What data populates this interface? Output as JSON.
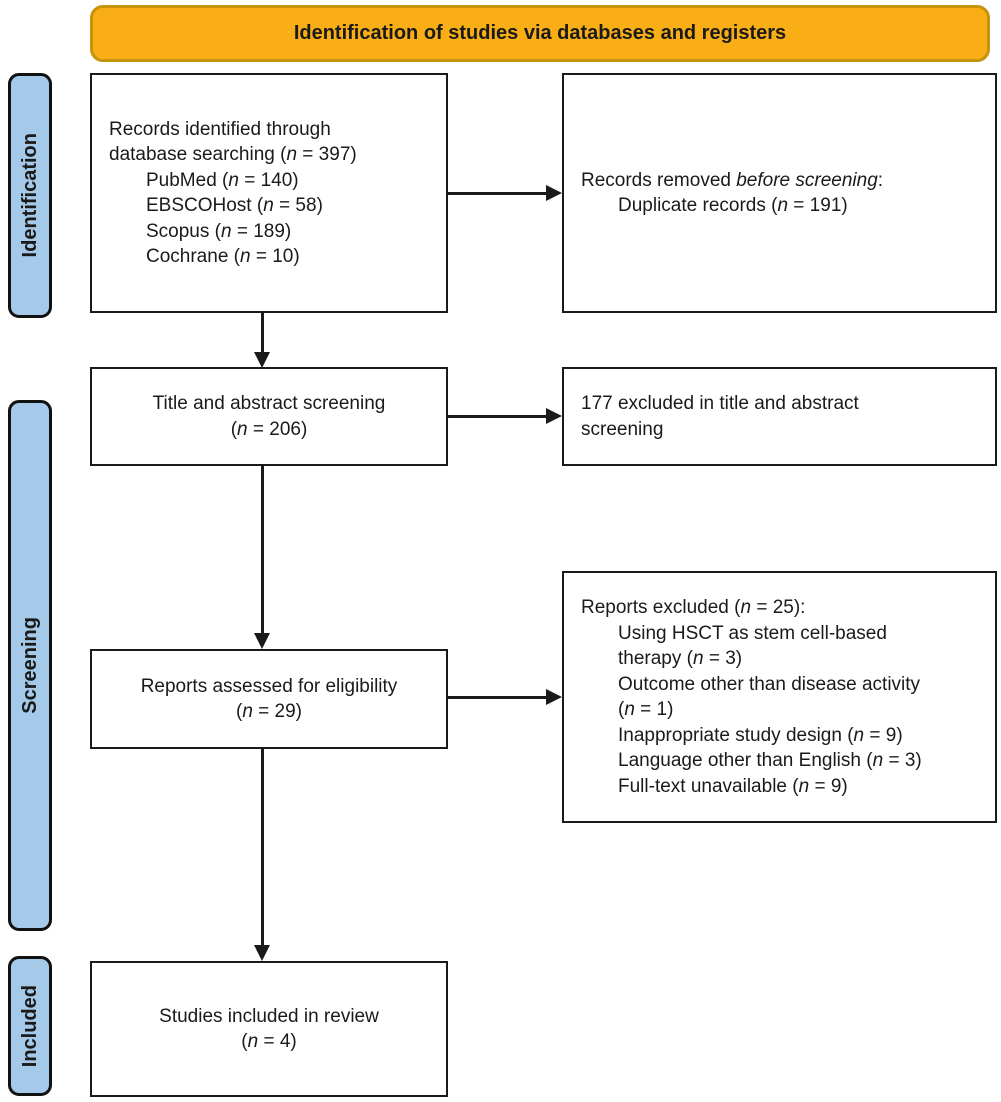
{
  "banner": {
    "label": "Identification of studies via databases and registers"
  },
  "stages": [
    {
      "id": "identification",
      "label": "Identification"
    },
    {
      "id": "screening",
      "label": "Screening"
    },
    {
      "id": "included",
      "label": "Included"
    }
  ],
  "boxes": {
    "records_identified": {
      "lines": [
        {
          "text": "Records identified through",
          "indent": 0
        },
        {
          "text": "database searching (*n* = 397)",
          "indent": 0
        },
        {
          "text": "PubMed (*n* = 140)",
          "indent": 1
        },
        {
          "text": "EBSCOHost (*n* = 58)",
          "indent": 1
        },
        {
          "text": "Scopus (*n* = 189)",
          "indent": 1
        },
        {
          "text": "Cochrane (*n* = 10)",
          "indent": 1
        }
      ]
    },
    "records_removed": {
      "lines": [
        {
          "text": "Records removed *before screening*:",
          "indent": 0
        },
        {
          "text": "Duplicate records (*n* = 191)",
          "indent": 1
        }
      ]
    },
    "title_abstract_screening": {
      "lines": [
        {
          "text": "Title and abstract screening",
          "indent": 0
        },
        {
          "text": "(*n* = 206)",
          "indent": 0
        }
      ]
    },
    "excluded_title_abstract": {
      "lines": [
        {
          "text": "177 excluded in title and abstract",
          "indent": 0
        },
        {
          "text": "screening",
          "indent": 0
        }
      ]
    },
    "reports_assessed": {
      "lines": [
        {
          "text": "Reports assessed for eligibility",
          "indent": 0
        },
        {
          "text": "(*n* = 29)",
          "indent": 0
        }
      ]
    },
    "reports_excluded": {
      "lines": [
        {
          "text": "Reports excluded (*n* = 25):",
          "indent": 0
        },
        {
          "text": "Using HSCT as stem cell-based",
          "indent": 1
        },
        {
          "text": "therapy (*n* = 3)",
          "indent": 1
        },
        {
          "text": "Outcome other than disease activity",
          "indent": 1
        },
        {
          "text": "(*n* = 1)",
          "indent": 1
        },
        {
          "text": "Inappropriate study design (*n* = 9)",
          "indent": 1
        },
        {
          "text": "Language other than English (*n* = 3)",
          "indent": 1
        },
        {
          "text": "Full-text unavailable (*n* = 9)",
          "indent": 1
        }
      ]
    },
    "studies_included": {
      "lines": [
        {
          "text": "Studies included in review",
          "indent": 0
        },
        {
          "text": "(*n* = 4)",
          "indent": 0
        }
      ]
    }
  },
  "colors": {
    "banner_fill": "#F9AE15",
    "banner_border": "#C6930A",
    "stage_fill": "#A5C9E9",
    "line": "#1A1A1A"
  }
}
